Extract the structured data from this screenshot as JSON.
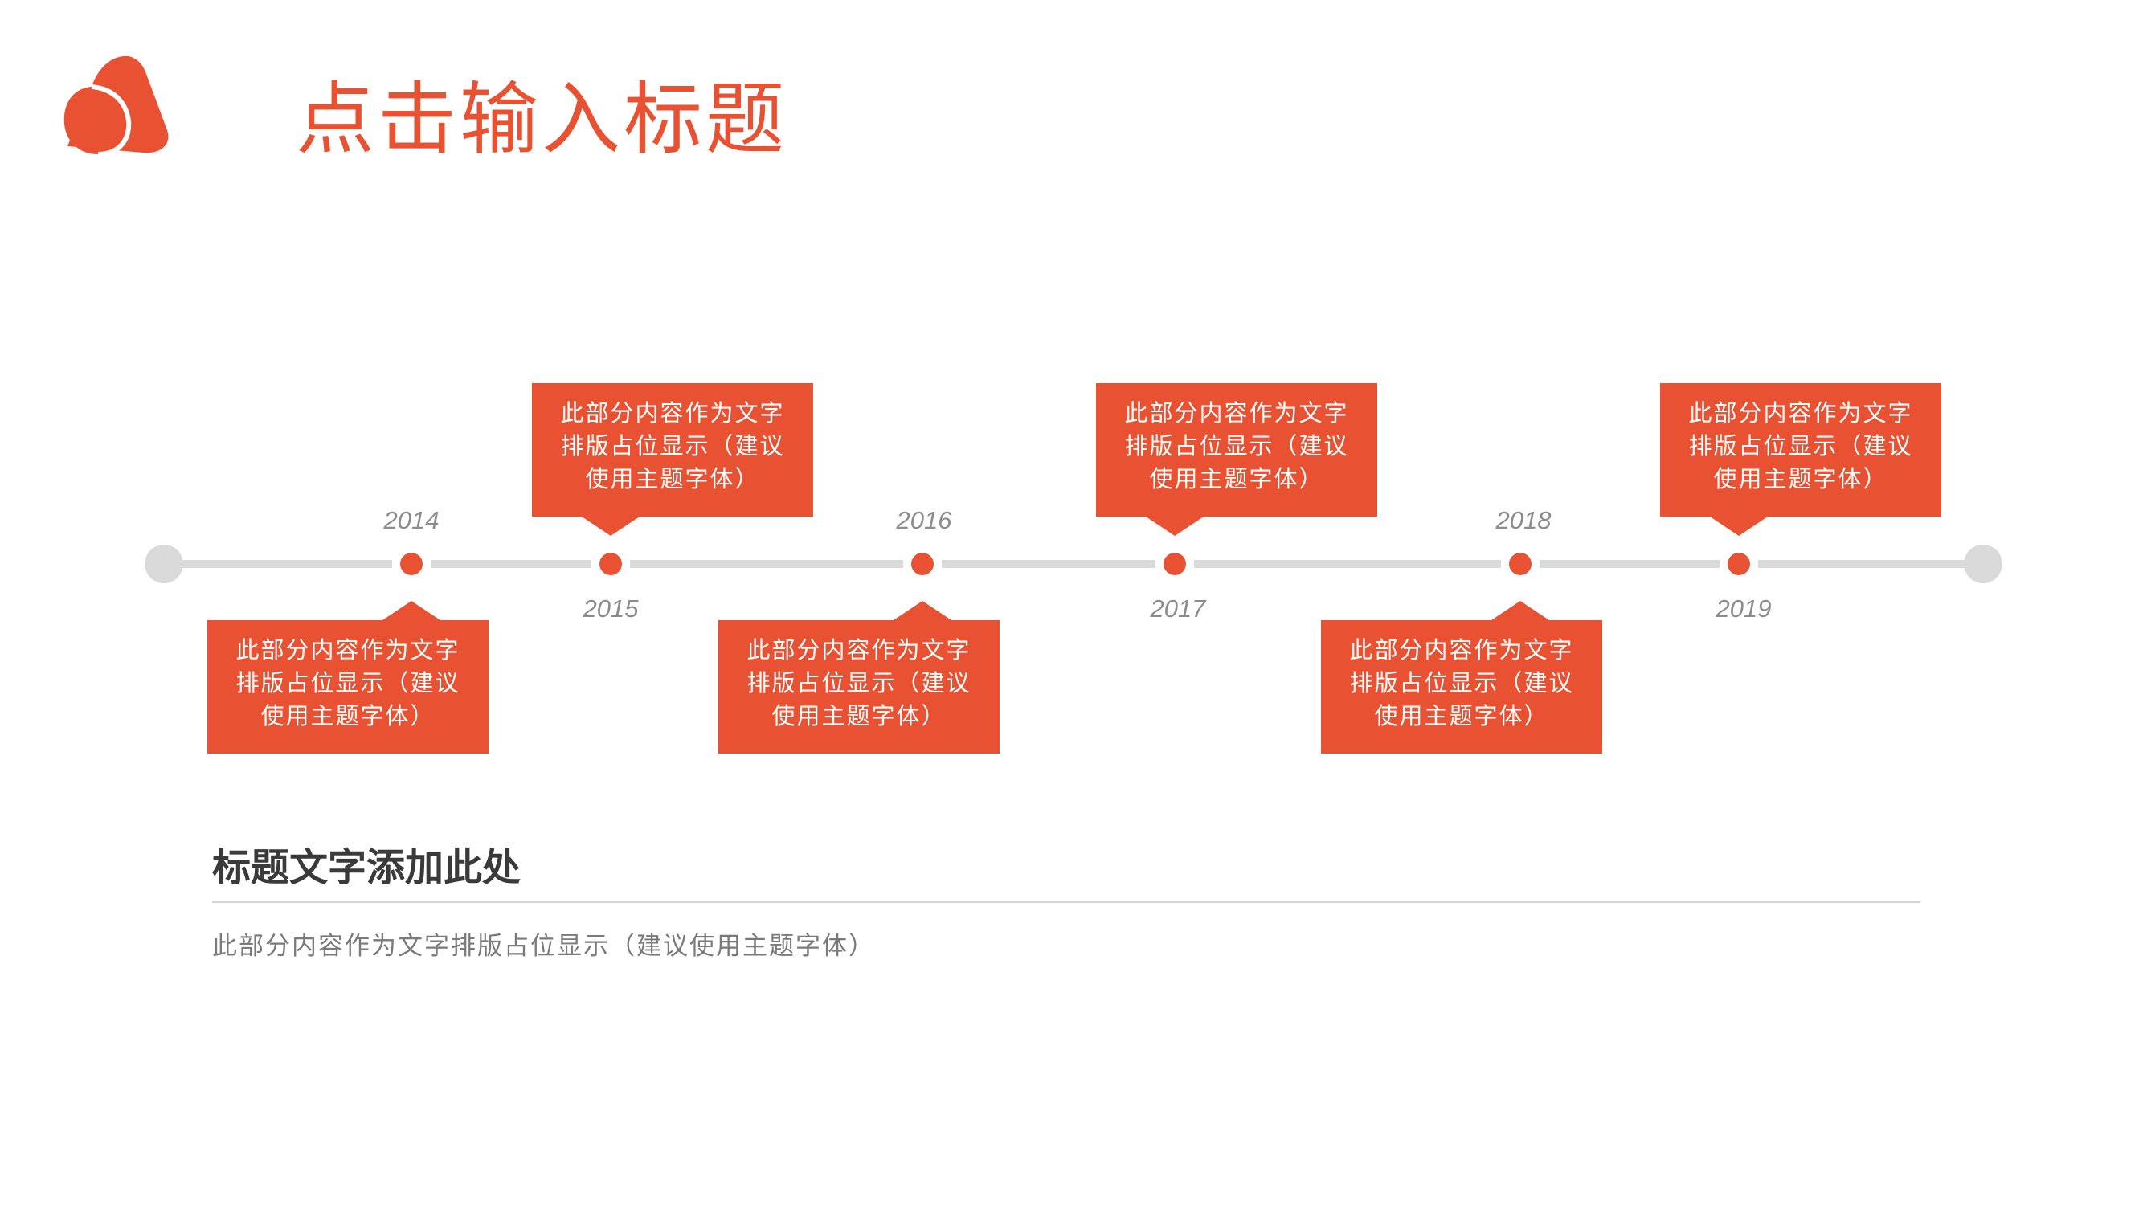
{
  "header": {
    "title": "点击输入标题"
  },
  "colors": {
    "accent": "#e85132",
    "track": "#dadada",
    "year_text": "#8c8c8c",
    "heading_text": "#3a3a3a",
    "body_text": "#7a7a7a"
  },
  "timeline": {
    "milestones": [
      {
        "year": "2014",
        "text": "此部分内容作为文字排版占位显示（建议使用主题字体）"
      },
      {
        "year": "2015",
        "text": "此部分内容作为文字排版占位显示（建议使用主题字体）"
      },
      {
        "year": "2016",
        "text": "此部分内容作为文字排版占位显示（建议使用主题字体）"
      },
      {
        "year": "2017",
        "text": "此部分内容作为文字排版占位显示（建议使用主题字体）"
      },
      {
        "year": "2018",
        "text": "此部分内容作为文字排版占位显示（建议使用主题字体）"
      },
      {
        "year": "2019",
        "text": "此部分内容作为文字排版占位显示（建议使用主题字体）"
      }
    ]
  },
  "section": {
    "title": "标题文字添加此处",
    "body": "此部分内容作为文字排版占位显示（建议使用主题字体）"
  }
}
